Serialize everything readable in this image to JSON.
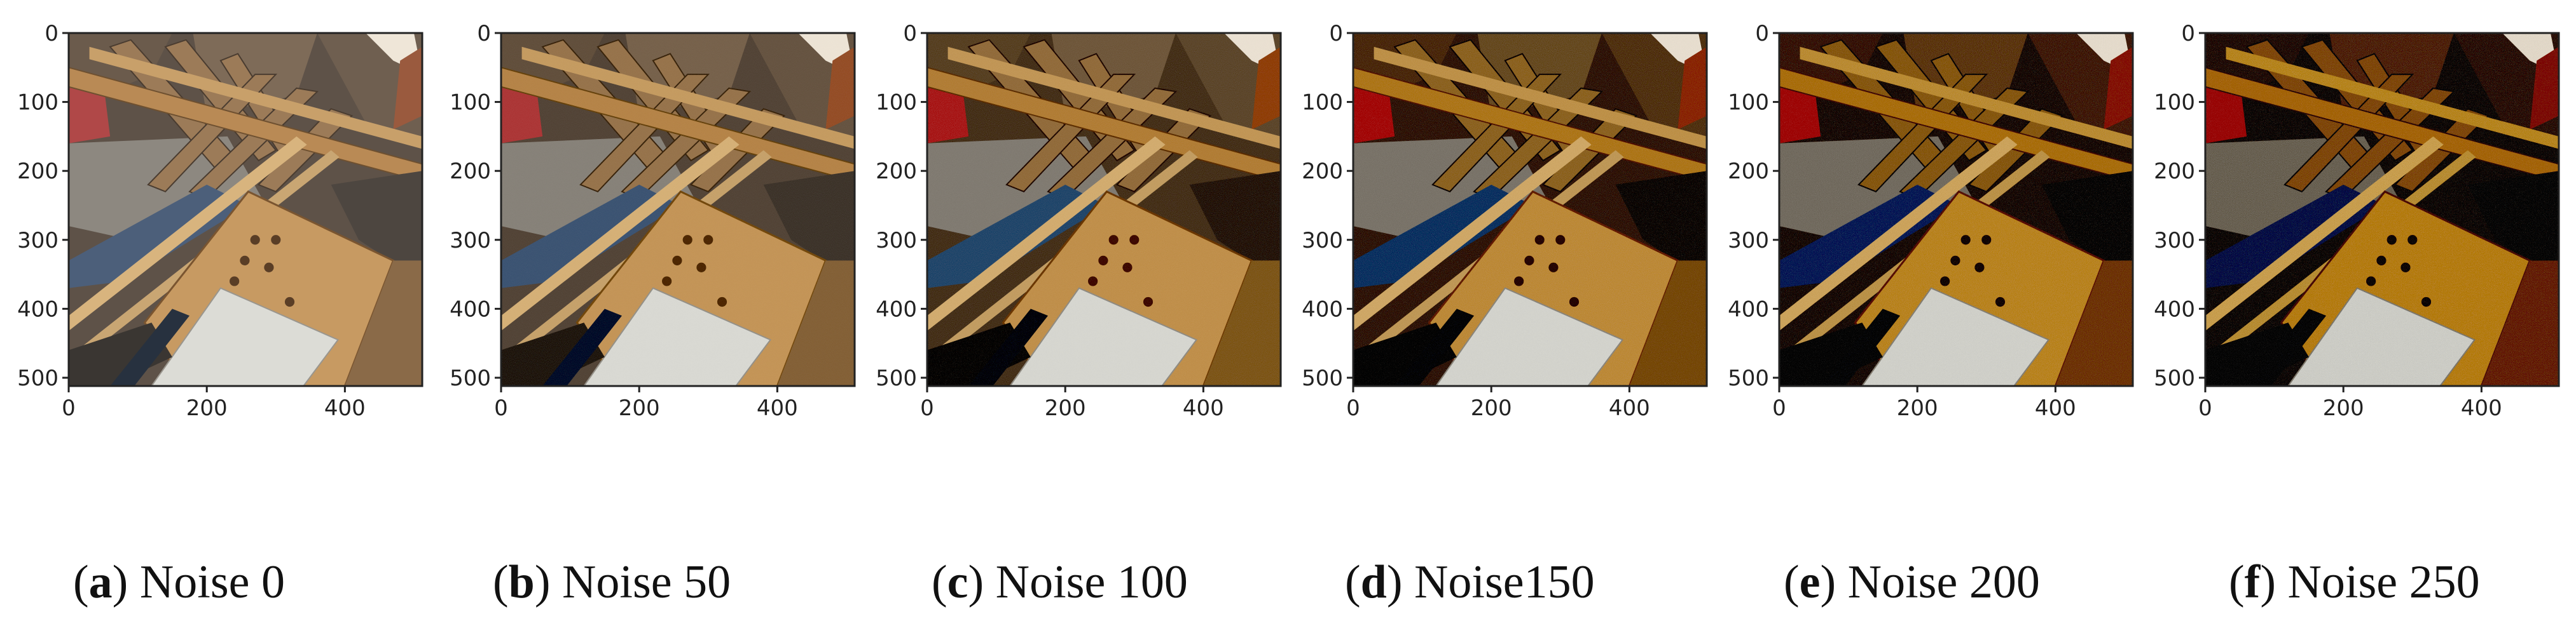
{
  "figure": {
    "panels": [
      {
        "letter": "a",
        "label": "Noise 0",
        "noise": 0
      },
      {
        "letter": "b",
        "label": "Noise 50",
        "noise": 50
      },
      {
        "letter": "c",
        "label": "Noise 100",
        "noise": 100
      },
      {
        "letter": "d",
        "label": "Noise150",
        "noise": 150
      },
      {
        "letter": "e",
        "label": "Noise 200",
        "noise": 200
      },
      {
        "letter": "f",
        "label": "Noise 250",
        "noise": 250
      }
    ],
    "axes": {
      "y_ticks": [
        "0",
        "100",
        "200",
        "300",
        "400",
        "500"
      ],
      "x_ticks": [
        "0",
        "200",
        "400"
      ],
      "y_values": [
        0,
        100,
        200,
        300,
        400,
        500
      ],
      "x_values": [
        0,
        200,
        400
      ],
      "range": [
        0,
        512
      ]
    },
    "colors": {
      "plank": "#b98a55",
      "board": "#c79a62",
      "tile": "#dcdcd6",
      "dark": "#3a3632",
      "blue_grey": "#4c5f7a",
      "concrete": "#8d8880",
      "red_spot": "#b04848"
    }
  }
}
